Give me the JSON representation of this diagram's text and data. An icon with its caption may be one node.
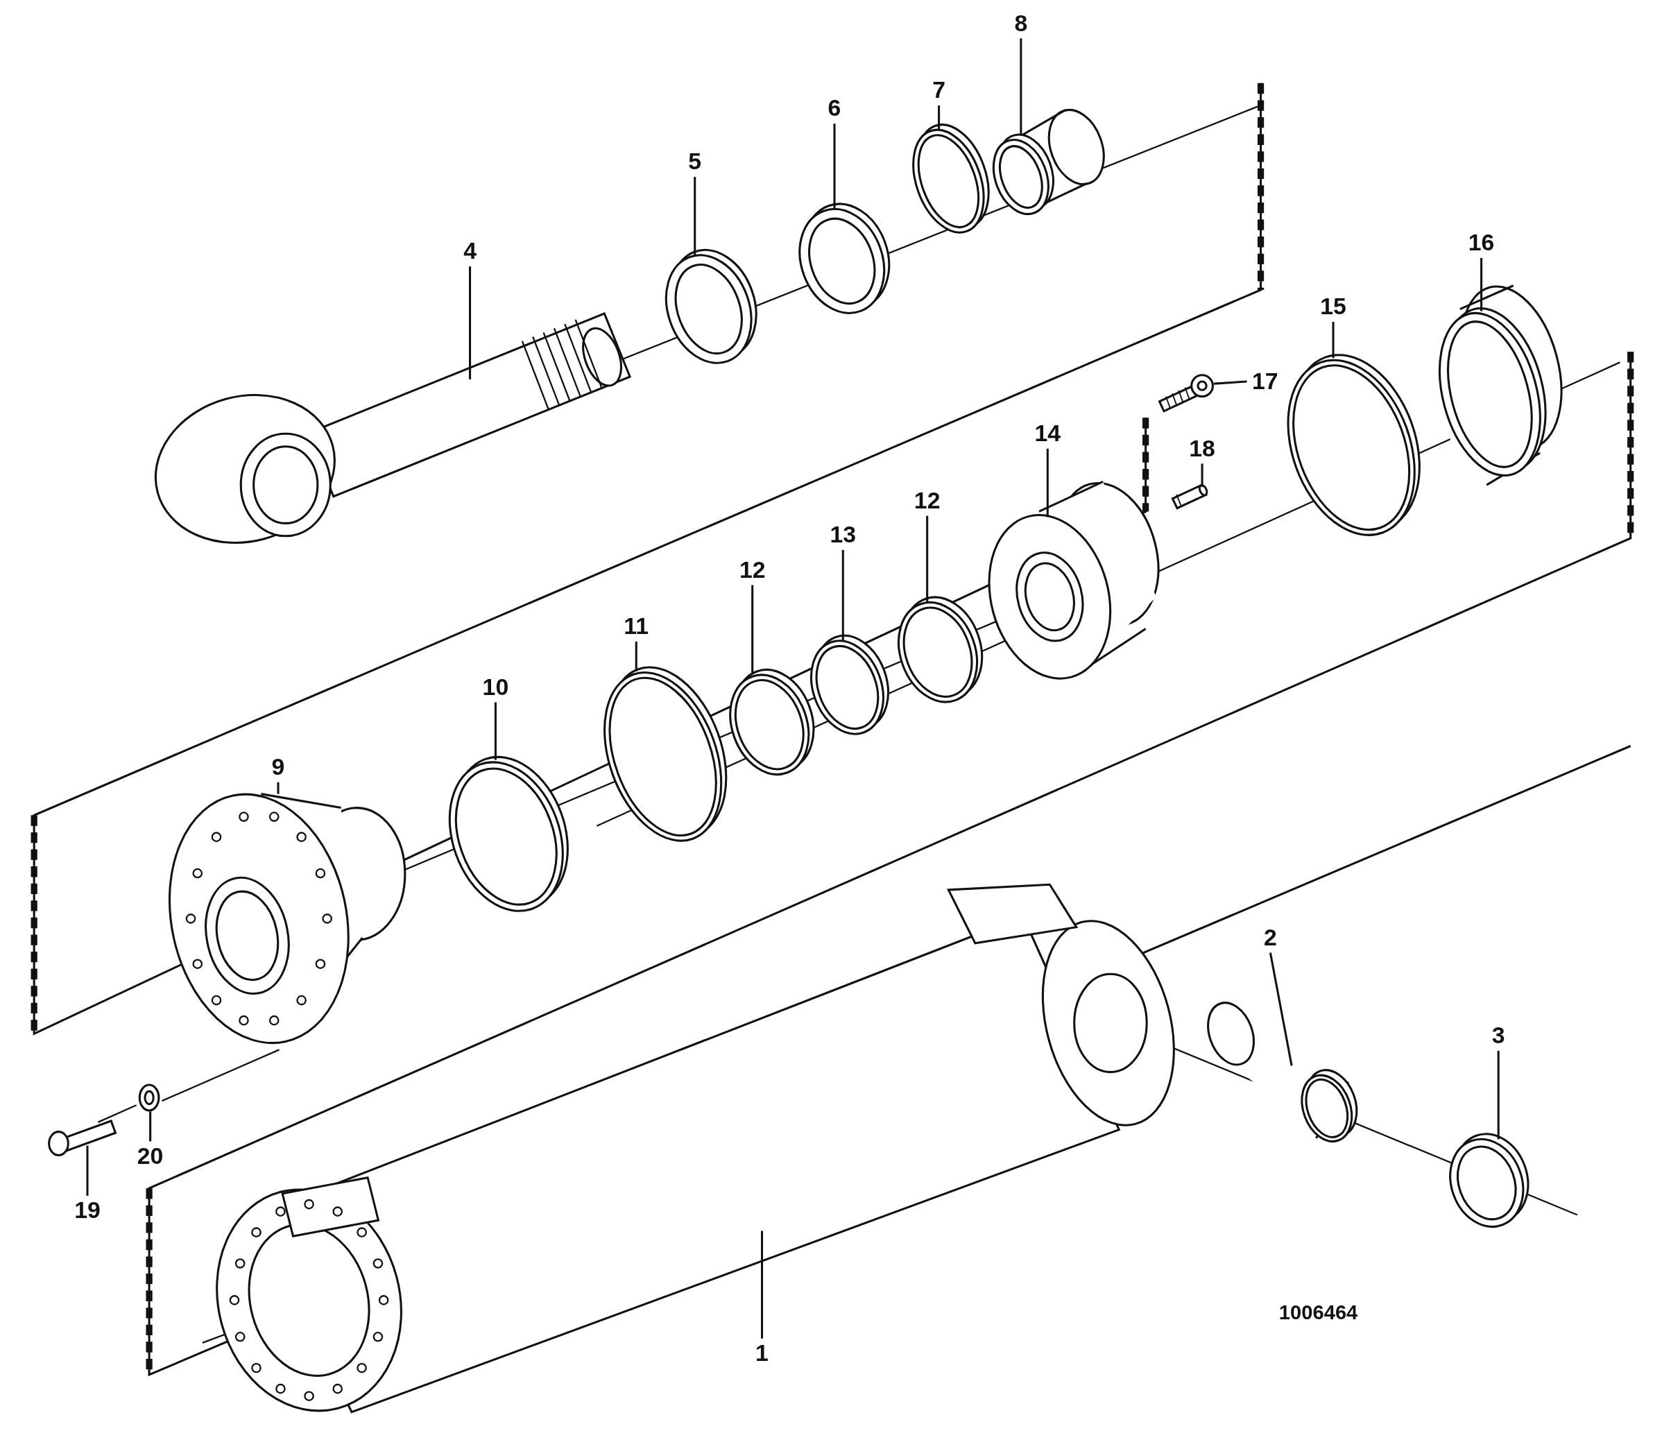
{
  "diagram": {
    "nodes": [
      {
        "text": [
          "8"
        ]
      },
      {
        "text": [],
        "shape": "picture"
      },
      {
        "text": [
          "7"
        ]
      },
      {
        "text": [],
        "shape": "picture"
      },
      {
        "text": [
          "6"
        ]
      },
      {
        "text": [],
        "shape": "picture"
      },
      {
        "text": [
          "5"
        ]
      },
      {
        "text": [],
        "shape": "picture"
      },
      {
        "text": [
          "4"
        ]
      },
      {
        "text": [],
        "shape": "picture"
      },
      {
        "text": [
          "16"
        ]
      },
      {
        "text": [],
        "shape": "picture"
      },
      {
        "text": [
          "15"
        ]
      },
      {
        "text": [],
        "shape": "picture"
      },
      {
        "text": [
          "17"
        ]
      },
      {
        "text": [],
        "shape": "picture"
      },
      {
        "text": [
          "14"
        ]
      },
      {
        "text": [],
        "shape": "picture"
      },
      {
        "text": [
          "18"
        ]
      },
      {
        "text": [],
        "shape": "picture"
      },
      {
        "text": [
          "12"
        ]
      },
      {
        "text": [],
        "shape": "picture"
      },
      {
        "text": [
          "13"
        ]
      },
      {
        "text": [],
        "shape": "picture"
      },
      {
        "text": [
          "12"
        ]
      },
      {
        "text": [],
        "shape": "picture"
      },
      {
        "text": [
          "11"
        ]
      },
      {
        "text": [],
        "shape": "picture"
      },
      {
        "text": [
          "10"
        ]
      },
      {
        "text": [],
        "shape": "picture"
      },
      {
        "text": [
          "9"
        ]
      },
      {
        "text": [],
        "shape": "picture"
      },
      {
        "text": [
          "2"
        ]
      },
      {
        "text": [],
        "shape": "picture"
      },
      {
        "text": [
          "3"
        ]
      },
      {
        "text": [],
        "shape": "picture"
      },
      {
        "text": [
          "20"
        ]
      },
      {
        "text": [],
        "shape": "picture"
      },
      {
        "text": [
          "19"
        ]
      },
      {
        "text": [],
        "shape": "picture"
      },
      {
        "text": [
          "1"
        ]
      },
      {
        "text": [],
        "shape": "picture"
      }
    ],
    "edges": [
      {
        "from": 0,
        "to": 1,
        "arrow": "none"
      },
      {
        "from": 2,
        "to": 3,
        "arrow": "none"
      },
      {
        "from": 4,
        "to": 5,
        "arrow": "none"
      },
      {
        "from": 6,
        "to": 7,
        "arrow": "none"
      },
      {
        "from": 8,
        "to": 9,
        "arrow": "none"
      },
      {
        "from": 10,
        "to": 11,
        "arrow": "none"
      },
      {
        "from": 12,
        "to": 13,
        "arrow": "none"
      },
      {
        "from": 14,
        "to": 15,
        "arrow": "none"
      },
      {
        "from": 16,
        "to": 17,
        "arrow": "none"
      },
      {
        "from": 18,
        "to": 19,
        "arrow": "none"
      },
      {
        "from": 20,
        "to": 21,
        "arrow": "none"
      },
      {
        "from": 22,
        "to": 23,
        "arrow": "none"
      },
      {
        "from": 24,
        "to": 25,
        "arrow": "none"
      },
      {
        "from": 26,
        "to": 27,
        "arrow": "none"
      },
      {
        "from": 28,
        "to": 29,
        "arrow": "none"
      },
      {
        "from": 30,
        "to": 31,
        "arrow": "none"
      },
      {
        "from": 32,
        "to": 33,
        "arrow": "none"
      },
      {
        "from": 34,
        "to": 35,
        "arrow": "none"
      },
      {
        "from": 36,
        "to": 37,
        "arrow": "none"
      },
      {
        "from": 38,
        "to": 39,
        "arrow": "none"
      },
      {
        "from": 40,
        "to": 41,
        "arrow": "none"
      }
    ],
    "labels": [
      "1006464"
    ]
  }
}
